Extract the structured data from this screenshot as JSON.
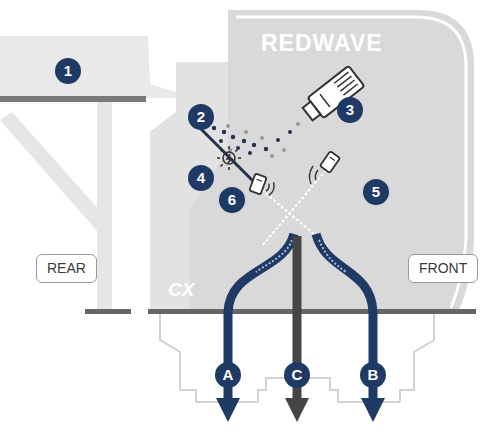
{
  "diagram": {
    "nodes": [
      {
        "text": [
          "REAR"
        ]
      },
      {
        "text": [
          "FRONT"
        ]
      }
    ],
    "labels": [
      "1",
      "2",
      "3",
      "4",
      "5",
      "6",
      "REDWAVE",
      "A",
      "C",
      "B",
      "CX"
    ]
  }
}
